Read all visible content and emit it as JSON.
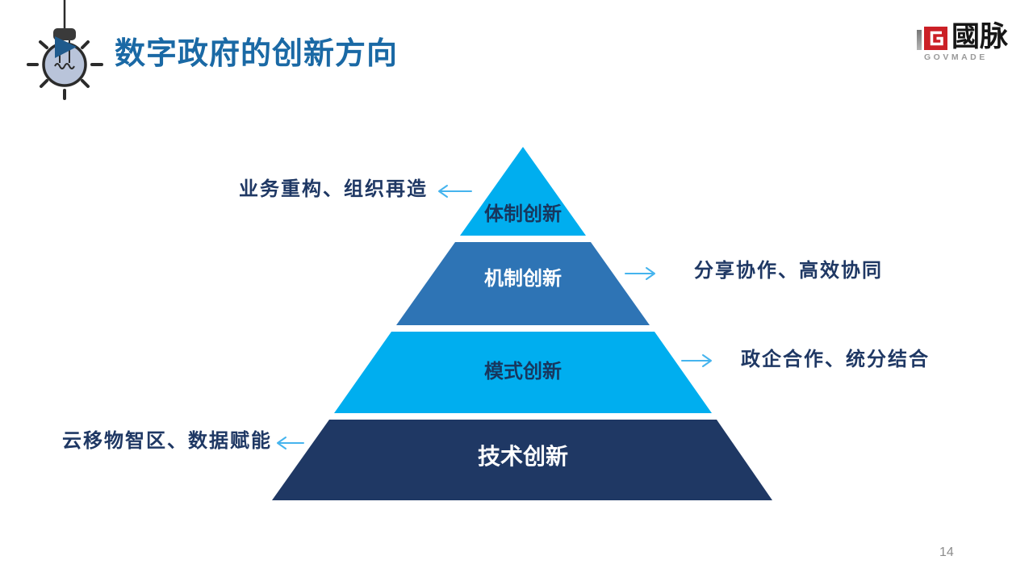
{
  "slide": {
    "title": "数字政府的创新方向",
    "page_number": "14"
  },
  "logo": {
    "cn": "國脉",
    "en": "GOVMADE"
  },
  "icons": {
    "header": "lightbulb-icon",
    "logo_mark": "govmade-g-mark-icon"
  },
  "pyramid": {
    "levels": [
      {
        "label": "体制创新",
        "color": "#00aeef",
        "text_color": "#17375e"
      },
      {
        "label": "机制创新",
        "color": "#2e74b5",
        "text_color": "#ffffff"
      },
      {
        "label": "模式创新",
        "color": "#00aeef",
        "text_color": "#17375e"
      },
      {
        "label": "技术创新",
        "color": "#1f3864",
        "text_color": "#ffffff"
      }
    ]
  },
  "annotations": [
    {
      "text": "业务重构、组织再造",
      "side": "left",
      "points_to": "体制创新"
    },
    {
      "text": "分享协作、高效协同",
      "side": "right",
      "points_to": "机制创新"
    },
    {
      "text": "政企合作、统分结合",
      "side": "right",
      "points_to": "模式创新"
    },
    {
      "text": "云移物智区、数据赋能",
      "side": "left",
      "points_to": "技术创新"
    }
  ],
  "colors": {
    "title": "#1a69a5",
    "annotation_text": "#1f3864",
    "arrow": "#45b4ee",
    "logo_red": "#cb2026",
    "bulb_fill": "#b9c4da",
    "bulb_stroke": "#2b2b2b",
    "bulb_triangle": "#1f5a8c"
  }
}
